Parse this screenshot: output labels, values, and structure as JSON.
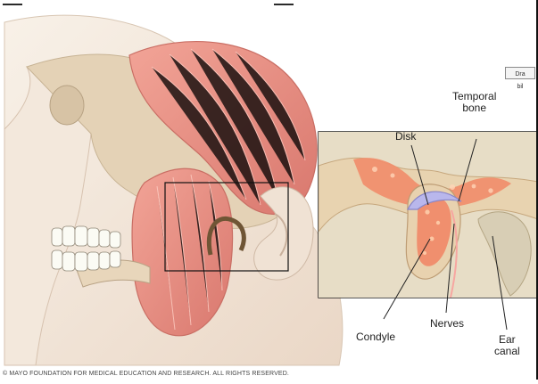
{
  "button": {
    "label": "Dra bil"
  },
  "labels": {
    "disk": "Disk",
    "temporal_bone": "Temporal\nbone",
    "condyle": "Condyle",
    "nerves": "Nerves",
    "ear_canal": "Ear\ncanal"
  },
  "footer": {
    "copyright": "© MAYO FOUNDATION FOR MEDICAL EDUCATION AND RESEARCH. ALL RIGHTS RESERVED."
  },
  "colors": {
    "skin": "#f2e7da",
    "muscle": "#e8958b",
    "bone": "#ecd7bd",
    "marrow": "#ef8f72",
    "disk": "#b8b6e8"
  }
}
